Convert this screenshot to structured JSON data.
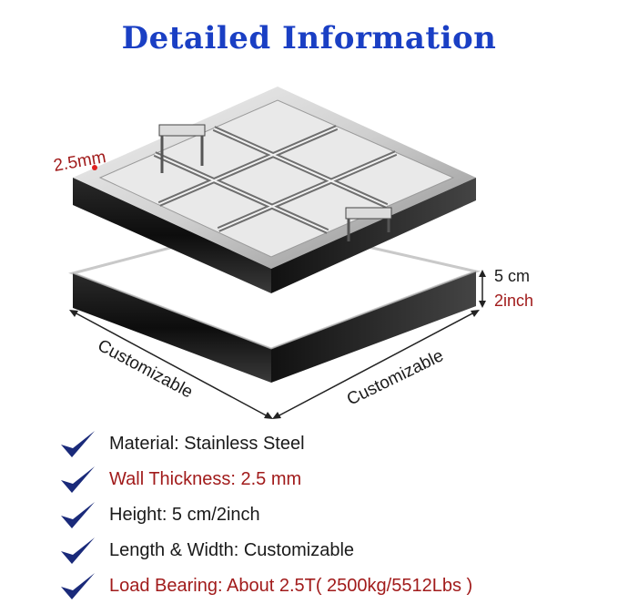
{
  "title": "Detailed Information",
  "figure": {
    "thickness_label": "2.5mm",
    "height_label_metric": "5 cm",
    "height_label_imperial": "2inch",
    "left_dimension_label": "Customizable",
    "right_dimension_label": "Customizable"
  },
  "features": [
    {
      "text": "Material: Stainless Steel",
      "color": "#1a1a1a"
    },
    {
      "text": "Wall Thickness: 2.5 mm",
      "color": "#a11b1b"
    },
    {
      "text": "Height: 5 cm/2inch",
      "color": "#1a1a1a"
    },
    {
      "text": "Length & Width: Customizable",
      "color": "#1a1a1a"
    },
    {
      "text": "Load Bearing: About 2.5T( 2500kg/5512Lbs )",
      "color": "#a11b1b"
    }
  ],
  "colors": {
    "title": "#1a3fc4",
    "check": "#1a2a7a",
    "highlight": "#a11b1b",
    "text": "#1a1a1a"
  },
  "icons": [
    "checkmark-icon"
  ]
}
